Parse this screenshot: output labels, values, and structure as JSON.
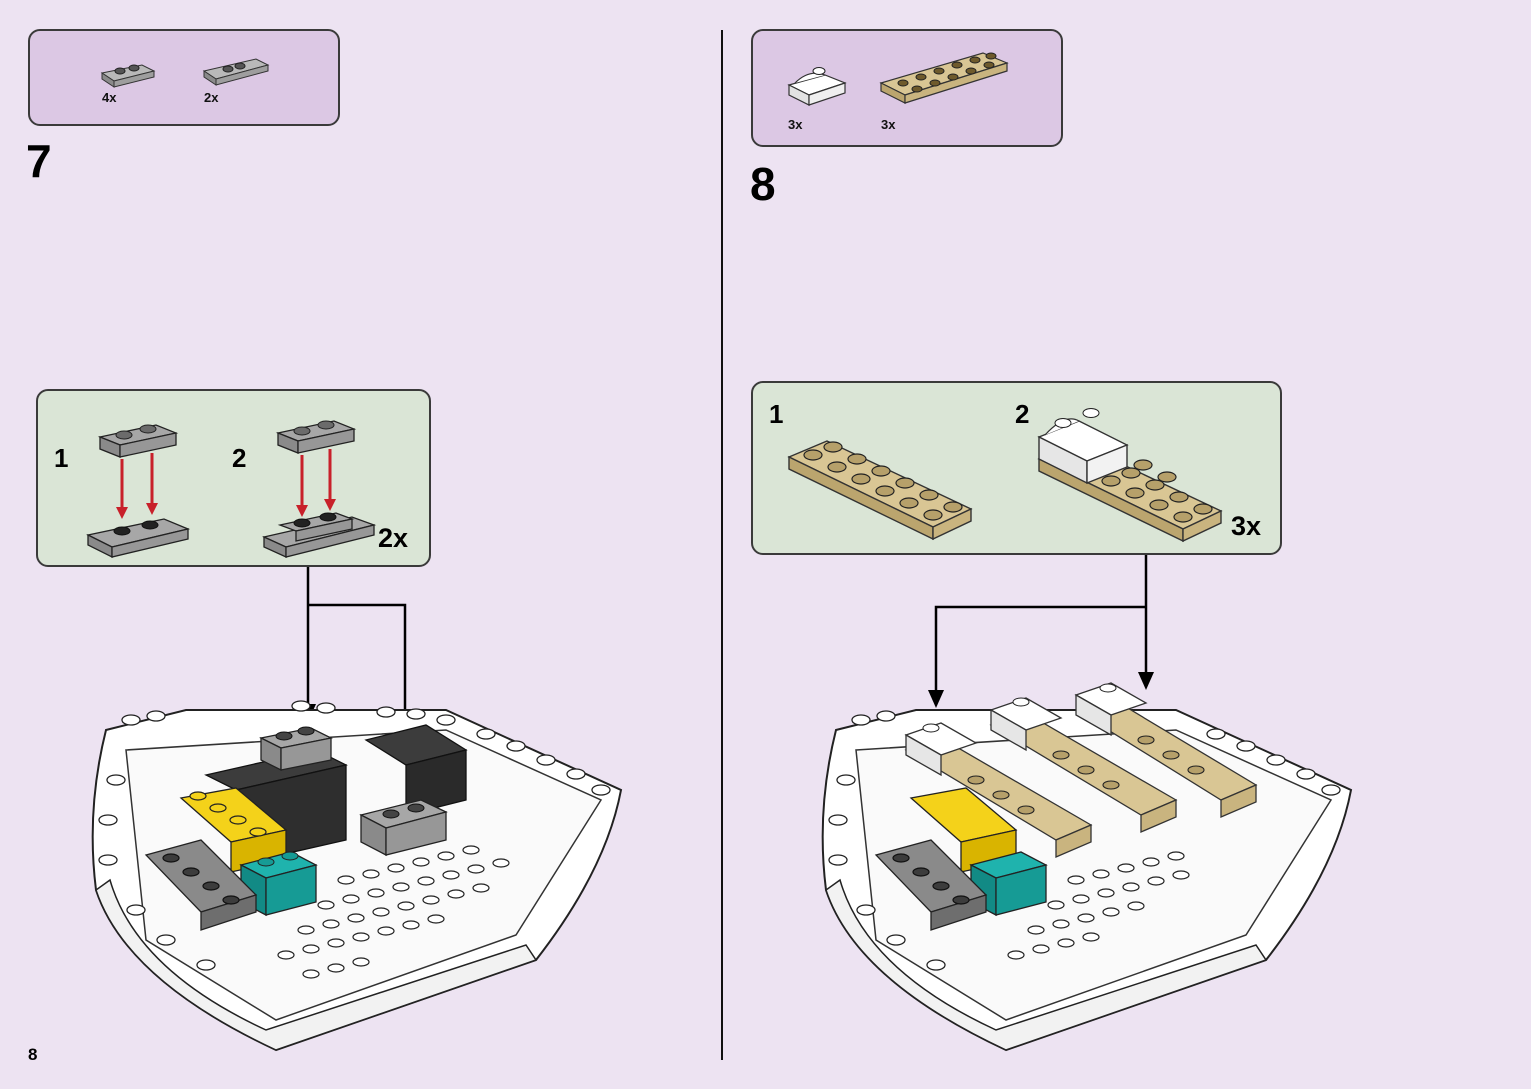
{
  "page": {
    "number": "8"
  },
  "colors": {
    "background": "#ede3f2",
    "parts_box": "#dcc8e4",
    "subassembly_box": "#dae5d6",
    "arrow_red": "#c8202a",
    "brick_tan": "#d9c694",
    "brick_yellow": "#f4d21a",
    "brick_teal": "#169b95",
    "brick_gray": "#9a9a9a",
    "brick_dark": "#3c3c3c"
  },
  "step7": {
    "number": "7",
    "parts": [
      {
        "count": "4x",
        "icon": "gray-plate-1x2-icon"
      },
      {
        "count": "2x",
        "icon": "gray-jumper-plate-icon"
      }
    ],
    "sub": {
      "step1": "1",
      "step2": "2",
      "multiplier": "2x"
    }
  },
  "step8": {
    "number": "8",
    "parts": [
      {
        "count": "3x",
        "icon": "white-slope-brick-icon"
      },
      {
        "count": "3x",
        "icon": "tan-plate-2x6-icon"
      }
    ],
    "sub": {
      "step1": "1",
      "step2": "2",
      "multiplier": "3x"
    }
  }
}
